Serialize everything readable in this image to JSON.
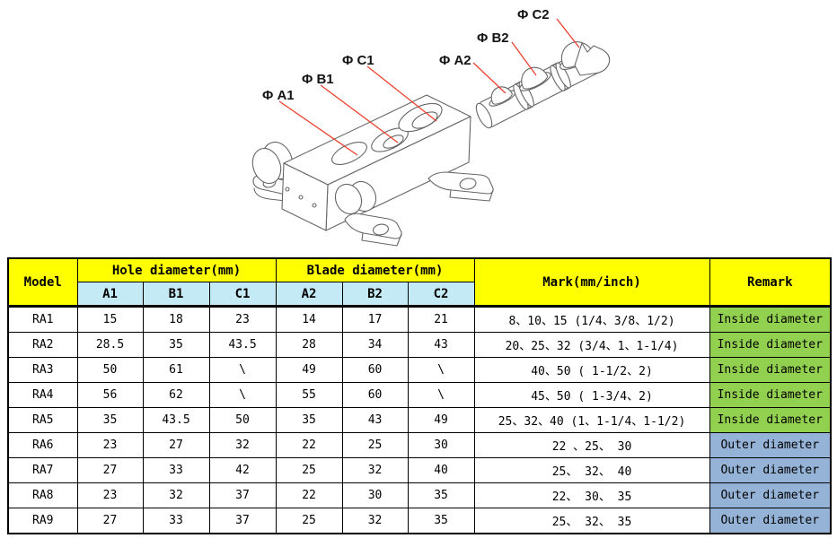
{
  "diagram": {
    "labels": {
      "a1": "Φ A1",
      "b1": "Φ B1",
      "c1": "Φ C1",
      "a2": "Φ A2",
      "b2": "Φ B2",
      "c2": "Φ C2"
    }
  },
  "table": {
    "header": {
      "model": "Model",
      "hole_group": "Hole diameter(mm)",
      "blade_group": "Blade diameter(mm)",
      "sub": [
        "A1",
        "B1",
        "C1",
        "A2",
        "B2",
        "C2"
      ],
      "mark": "Mark(mm/inch)",
      "remark": "Remark"
    },
    "rows": [
      {
        "model": "RA1",
        "a1": "15",
        "b1": "18",
        "c1": "23",
        "a2": "14",
        "b2": "17",
        "c2": "21",
        "mark": "8、10、15 (1/4、3/8、1/2)",
        "remark": "Inside diameter",
        "remark_type": "inside"
      },
      {
        "model": "RA2",
        "a1": "28.5",
        "b1": "35",
        "c1": "43.5",
        "a2": "28",
        "b2": "34",
        "c2": "43",
        "mark": "20、25、32 (3/4、1、1-1/4)",
        "remark": "Inside diameter",
        "remark_type": "inside"
      },
      {
        "model": "RA3",
        "a1": "50",
        "b1": "61",
        "c1": "\\",
        "a2": "49",
        "b2": "60",
        "c2": "\\",
        "mark": "40、50 ( 1-1/2、2)",
        "remark": "Inside diameter",
        "remark_type": "inside"
      },
      {
        "model": "RA4",
        "a1": "56",
        "b1": "62",
        "c1": "\\",
        "a2": "55",
        "b2": "60",
        "c2": "\\",
        "mark": "45、50 ( 1-3/4、2)",
        "remark": "Inside diameter",
        "remark_type": "inside"
      },
      {
        "model": "RA5",
        "a1": "35",
        "b1": "43.5",
        "c1": "50",
        "a2": "35",
        "b2": "43",
        "c2": "49",
        "mark": "25、32、40 (1、1-1/4、1-1/2)",
        "remark": "Inside diameter",
        "remark_type": "inside"
      },
      {
        "model": "RA6",
        "a1": "23",
        "b1": "27",
        "c1": "32",
        "a2": "22",
        "b2": "25",
        "c2": "30",
        "mark": "22 、25、 30",
        "remark": "Outer diameter",
        "remark_type": "outer"
      },
      {
        "model": "RA7",
        "a1": "27",
        "b1": "33",
        "c1": "42",
        "a2": "25",
        "b2": "32",
        "c2": "40",
        "mark": "25、 32、 40",
        "remark": "Outer diameter",
        "remark_type": "outer"
      },
      {
        "model": "RA8",
        "a1": "23",
        "b1": "32",
        "c1": "37",
        "a2": "22",
        "b2": "30",
        "c2": "35",
        "mark": "22、 30、 35",
        "remark": "Outer diameter",
        "remark_type": "outer"
      },
      {
        "model": "RA9",
        "a1": "27",
        "b1": "33",
        "c1": "37",
        "a2": "25",
        "b2": "32",
        "c2": "35",
        "mark": "25、 32、 35",
        "remark": "Outer diameter",
        "remark_type": "outer"
      }
    ]
  },
  "colors": {
    "header_bg": "#FFFF00",
    "subheader_bg": "#C4EAF5",
    "inside_remark_bg": "#92D050",
    "outer_remark_bg": "#95B3D7",
    "leader_line": "#EE4130",
    "drawing_line": "#666666"
  }
}
